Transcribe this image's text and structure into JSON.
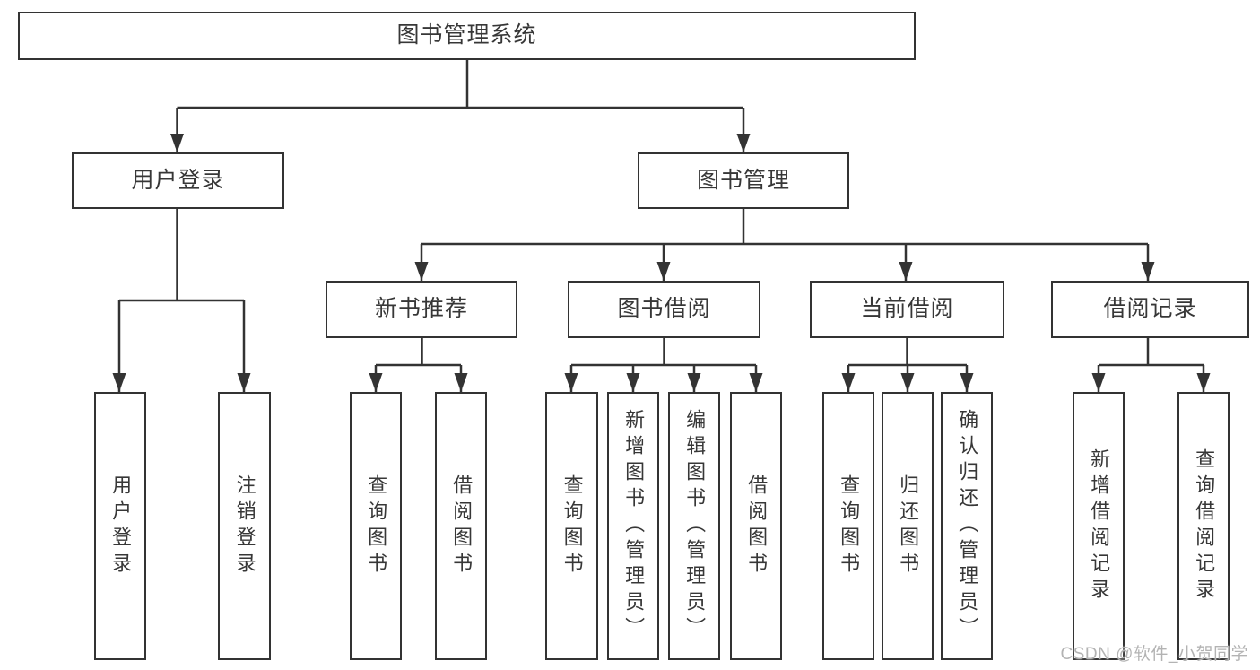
{
  "tree": {
    "label": "图书管理系统",
    "children": [
      {
        "label": "用户登录",
        "children": [
          {
            "label": "用户登录"
          },
          {
            "label": "注销登录"
          }
        ]
      },
      {
        "label": "图书管理",
        "children": [
          {
            "label": "新书推荐",
            "children": [
              {
                "label": "查询图书"
              },
              {
                "label": "借阅图书"
              }
            ]
          },
          {
            "label": "图书借阅",
            "children": [
              {
                "label": "查询图书"
              },
              {
                "label": "新增图书（管理员）"
              },
              {
                "label": "编辑图书（管理员）"
              },
              {
                "label": "借阅图书"
              }
            ]
          },
          {
            "label": "当前借阅",
            "children": [
              {
                "label": "查询图书"
              },
              {
                "label": "归还图书"
              },
              {
                "label": "确认归还（管理员）"
              }
            ]
          },
          {
            "label": "借阅记录",
            "children": [
              {
                "label": "新增借阅记录"
              },
              {
                "label": "查询借阅记录"
              }
            ]
          }
        ]
      }
    ]
  },
  "watermark": {
    "text": "CSDN @软件_小贺同学"
  },
  "colors": {
    "line": "#333333",
    "box_border": "#333333",
    "text": "#373737",
    "watermark": "#b3b3b3",
    "background": "#ffffff"
  }
}
